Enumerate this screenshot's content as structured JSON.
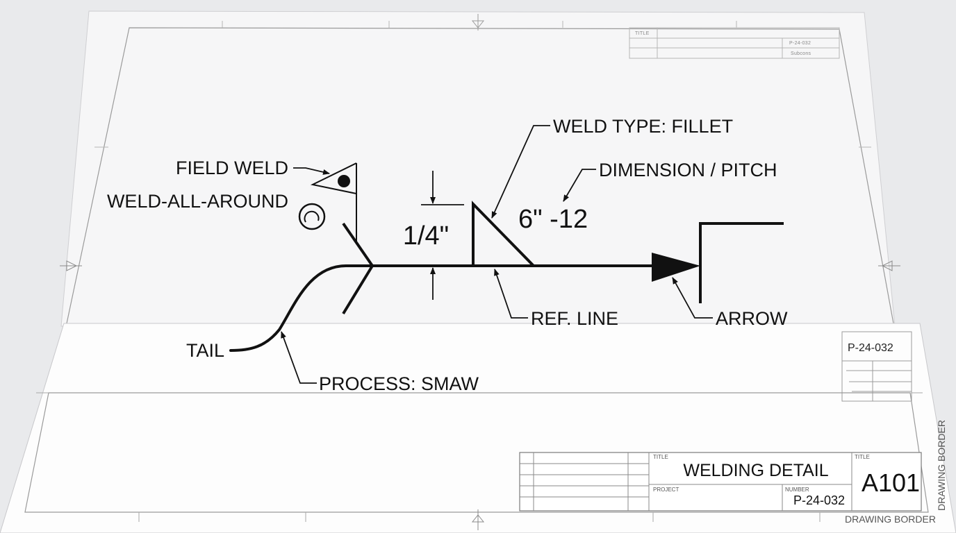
{
  "labels": {
    "field_weld": "FIELD WELD",
    "weld_all_around": "WELD-ALL-AROUND",
    "weld_type": "WELD TYPE: FILLET",
    "dimension_pitch": "DIMENSION / PITCH",
    "size": "1/4\"",
    "length_pitch": "6\" -12",
    "ref_line": "REF. LINE",
    "arrow": "ARROW",
    "tail": "TAIL",
    "process": "PROCESS: SMAW"
  },
  "back_sheet": {
    "title_caption": "TITLE",
    "number": "P-24-032",
    "cell": "Subcons"
  },
  "side_block": {
    "number": "P-24-032"
  },
  "title_block": {
    "title_caption": "TITLE",
    "title": "WELDING DETAIL",
    "project_caption": "PROJECT",
    "number_caption": "NUMBER",
    "number": "P-24-032",
    "sheet_caption": "TITLE",
    "sheet": "A101"
  },
  "border_label": "DRAWING BORDER",
  "border_label_vertical": "DRAWING BORDER",
  "colors": {
    "background": "#e9eaec",
    "paper": "#ffffff",
    "line": "#111111",
    "frame": "#9a9a9a"
  }
}
